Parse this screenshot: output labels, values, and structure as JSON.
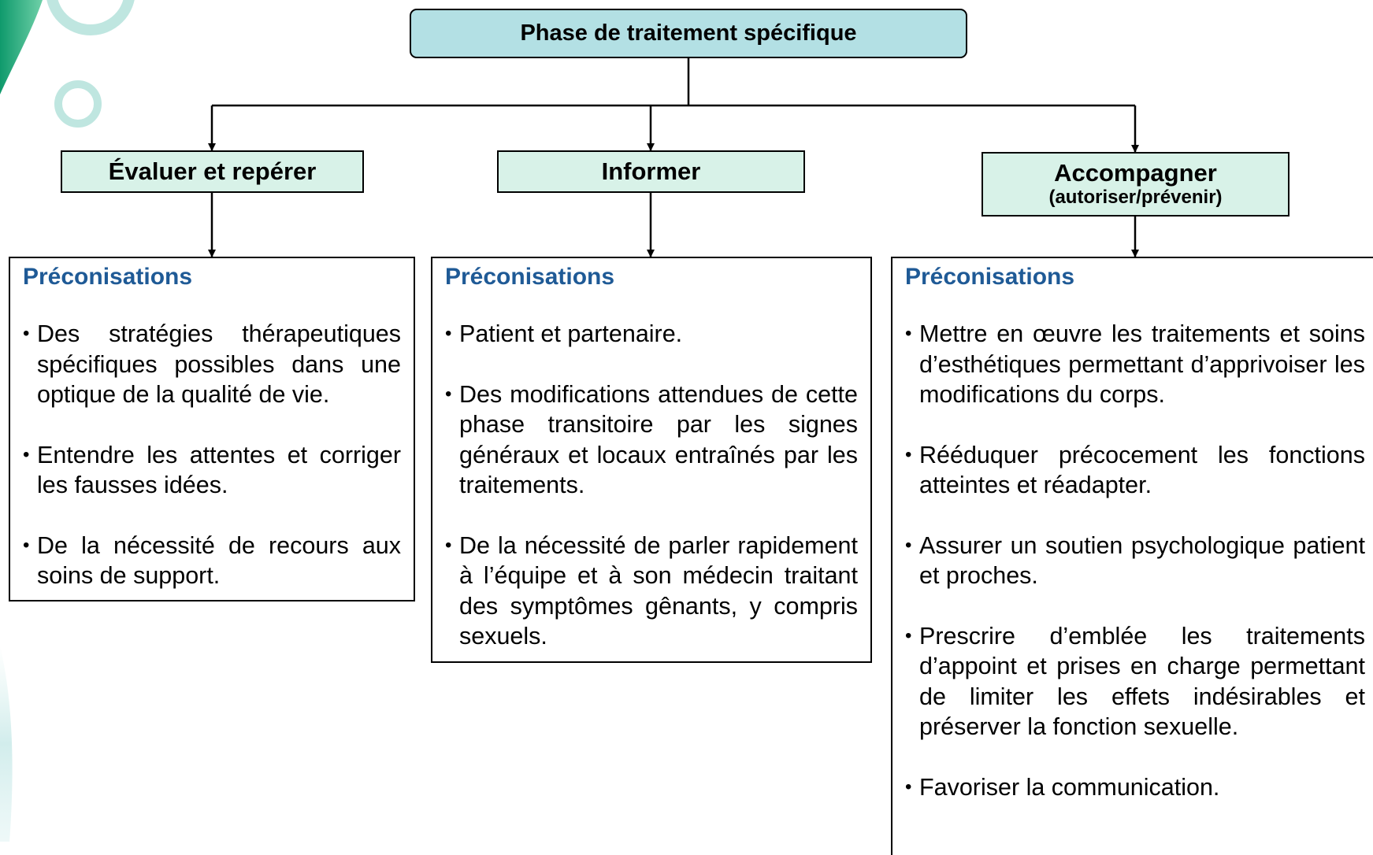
{
  "colors": {
    "top_fill": "#b3e0e4",
    "category_fill": "#d8f2e8",
    "heading_text": "#1f5a96",
    "decor_green": "#1ea77c",
    "decor_light": "#bfe6e0"
  },
  "top": {
    "title": "Phase de traitement spécifique"
  },
  "columns": [
    {
      "category": "Évaluer et repérer",
      "subtitle": "",
      "heading": "Préconisations",
      "items": [
        "Des stratégies thérapeutiques spécifiques possibles dans une optique de la qualité de vie.",
        "Entendre les attentes et corriger les fausses idées.",
        "De la nécessité de recours aux soins de support."
      ]
    },
    {
      "category": "Informer",
      "subtitle": "",
      "heading": "Préconisations",
      "items": [
        "Patient et partenaire.",
        "Des modifications attendues de cette phase transitoire par les signes généraux et locaux entraînés par les traitements.",
        "De la nécessité de parler rapidement à l’équipe et à son médecin traitant des symptômes gênants, y compris sexuels."
      ]
    },
    {
      "category": "Accompagner",
      "subtitle": "(autoriser/prévenir)",
      "heading": "Préconisations",
      "items": [
        "Mettre en œuvre les traitements et soins d’esthétiques permettant d’apprivoiser les modifications du corps.",
        "Rééduquer précocement les fonctions atteintes et réadapter.",
        "Assurer un soutien psychologique patient et proches.",
        "Prescrire d’emblée les traitements d’appoint et prises en charge permettant de limiter les effets indésirables et préserver la fonction sexuelle.",
        "Favoriser la communication."
      ]
    }
  ]
}
